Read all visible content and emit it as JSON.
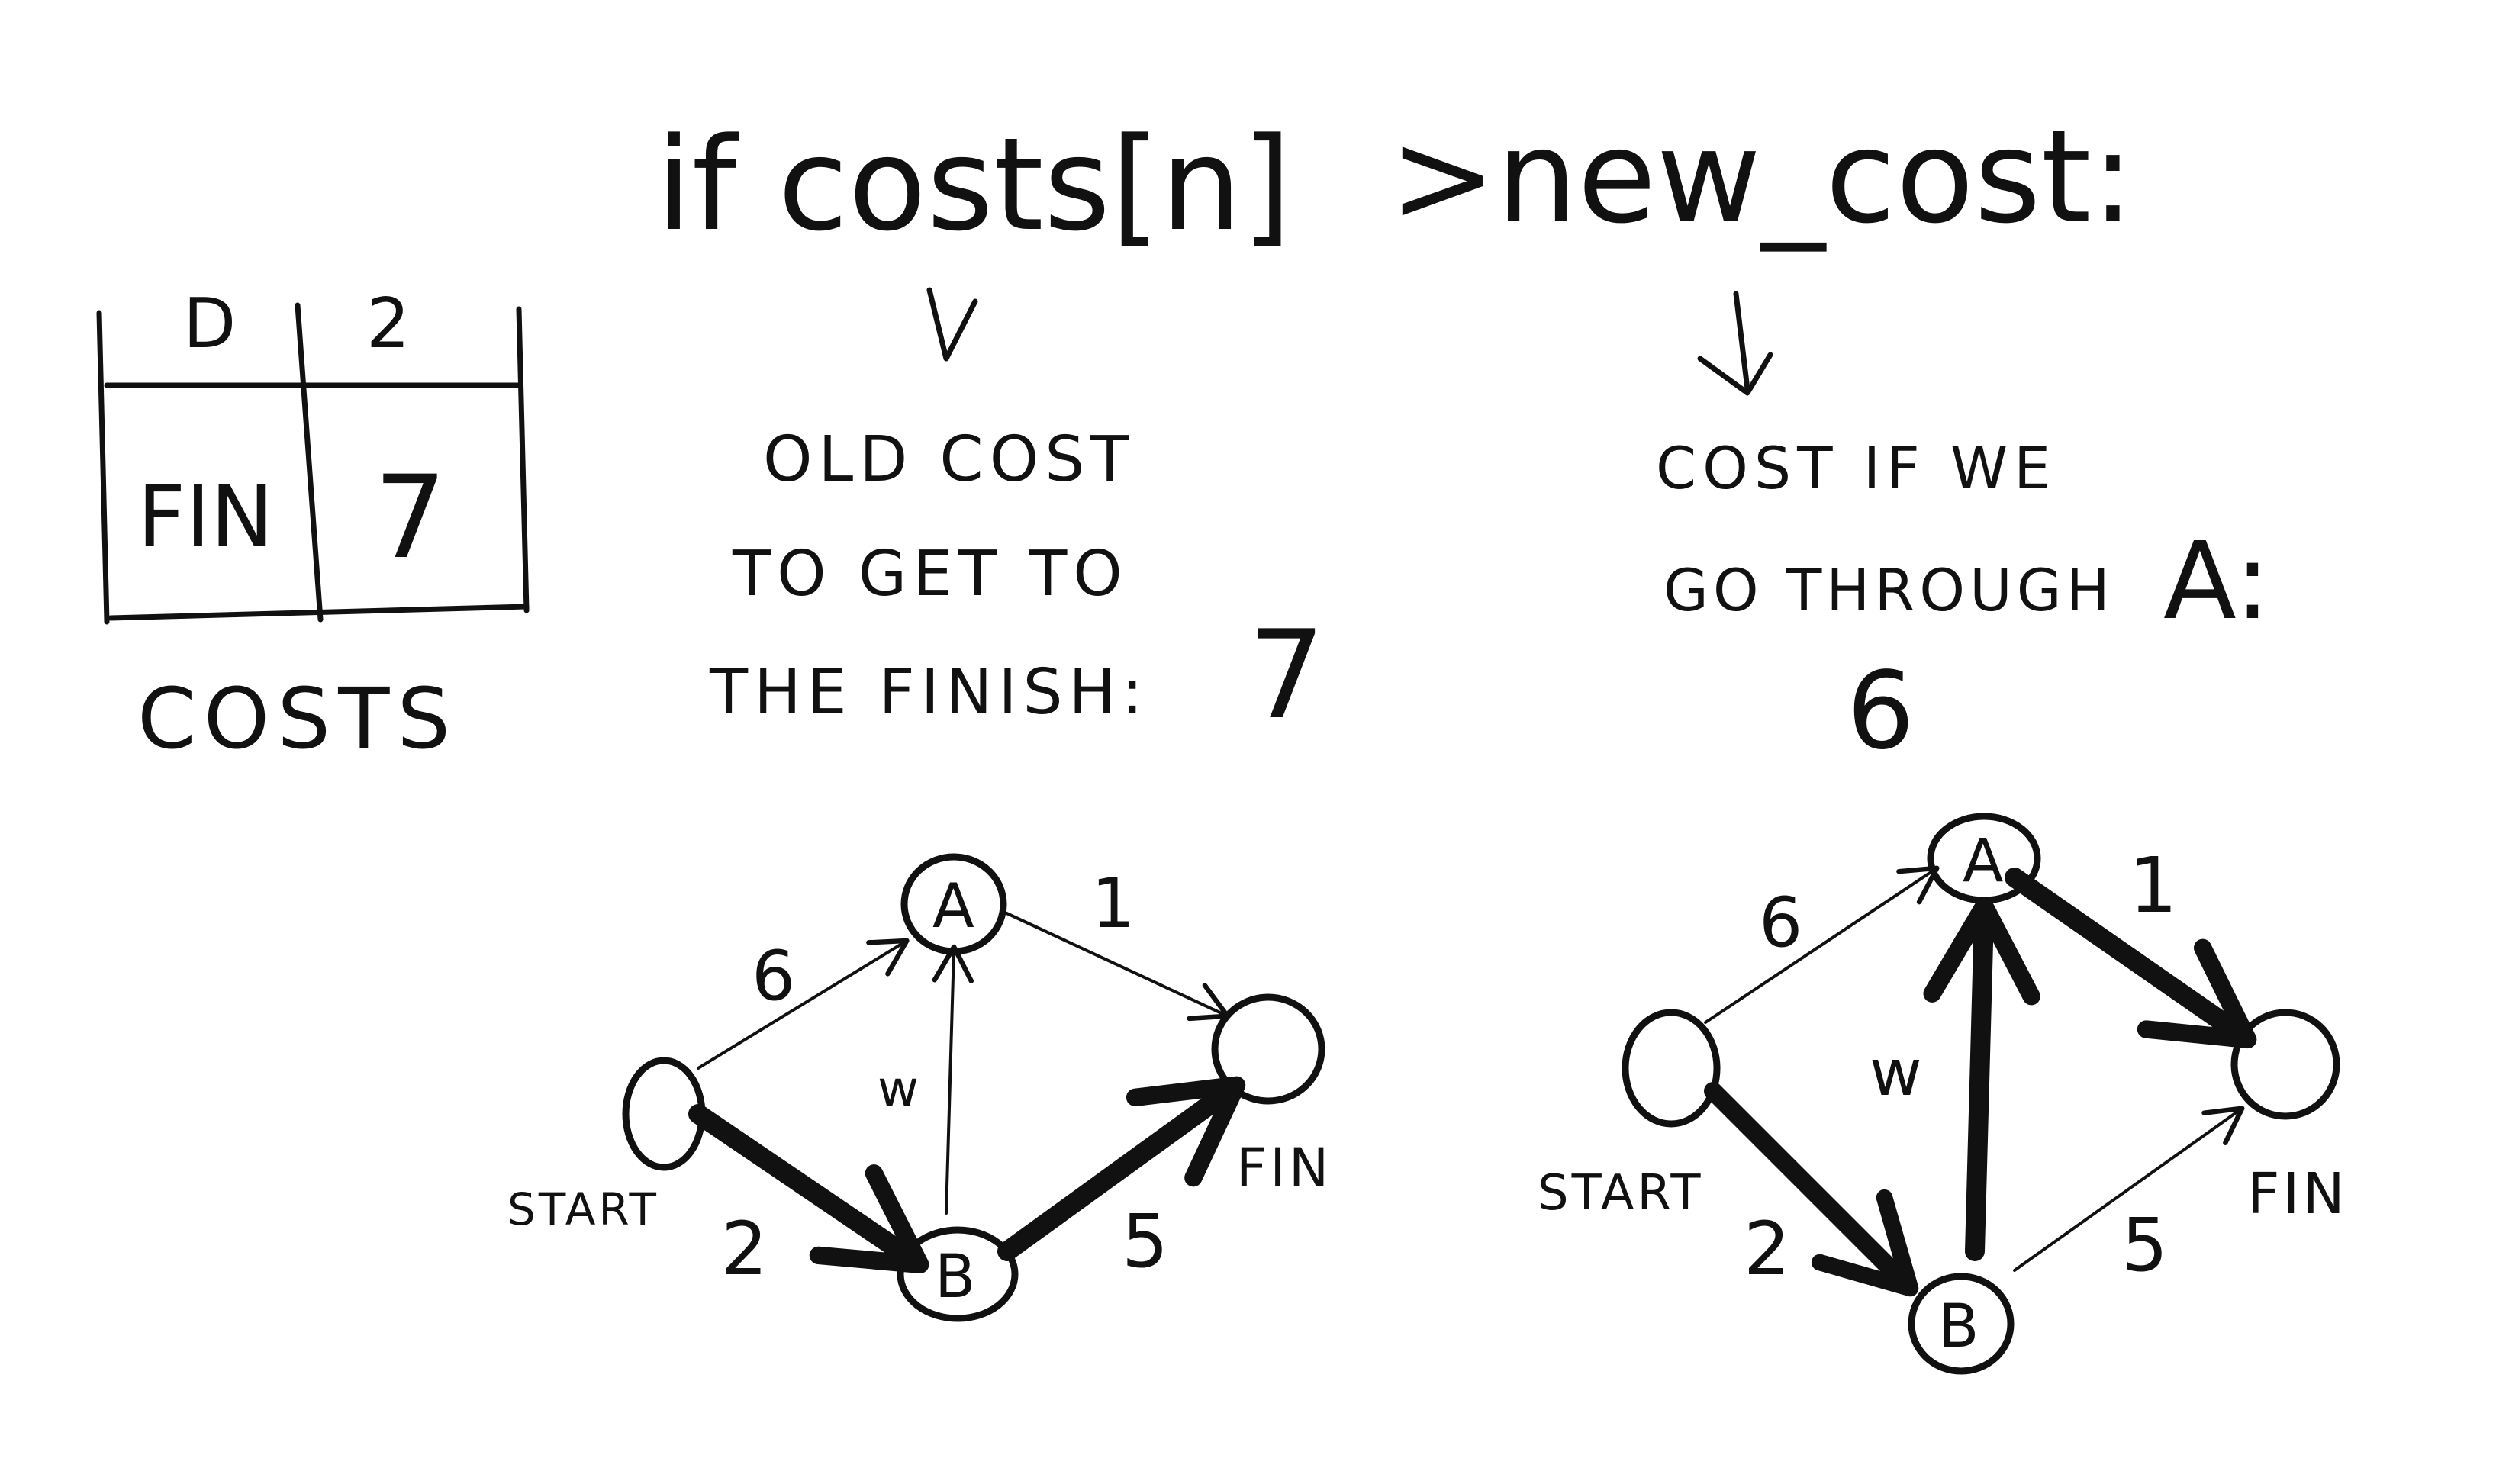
{
  "colors": {
    "ink": "#111111",
    "paper": "#ffffff"
  },
  "code_line": {
    "condition": "if costs[n]",
    "compare": ">new_cost:"
  },
  "costs_table": {
    "header_left": "D",
    "header_right": "2",
    "row_node": "FIN",
    "row_cost": "7",
    "label": "COSTS"
  },
  "old_cost_note": {
    "line1": "OLD COST",
    "line2": "TO GET TO",
    "line3": "THE FINISH:",
    "value": "7"
  },
  "new_cost_note": {
    "line1": "COST IF WE",
    "line2": "GO THROUGH",
    "node": "A:",
    "value": "6"
  },
  "graph_old": {
    "nodes": {
      "a": "A",
      "b": "B",
      "start": "START",
      "fin": "FIN"
    },
    "weights": {
      "start_a": "6",
      "b_a": "w",
      "a_fin": "1",
      "start_b": "2",
      "b_fin": "5"
    }
  },
  "graph_new": {
    "nodes": {
      "a": "A",
      "b": "B",
      "start": "START",
      "fin": "FIN"
    },
    "weights": {
      "start_a": "6",
      "b_a": "w",
      "a_fin": "1",
      "start_b": "2",
      "b_fin": "5"
    }
  }
}
